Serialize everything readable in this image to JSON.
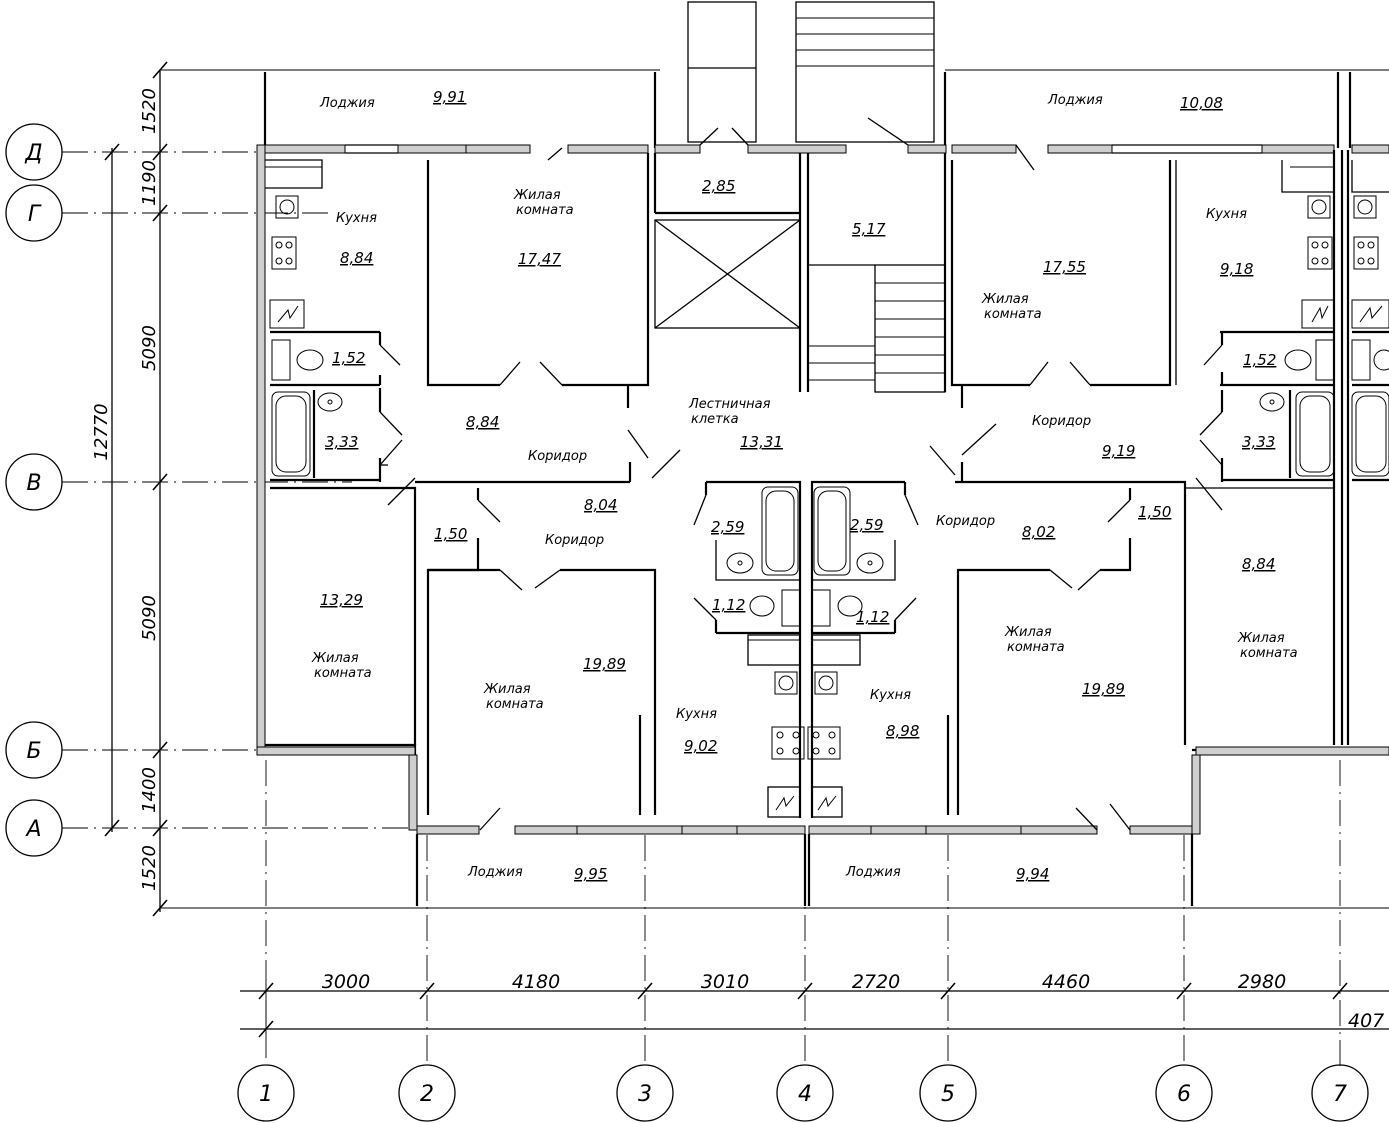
{
  "axes_letters": [
    "Д",
    "Г",
    "В",
    "Б",
    "А"
  ],
  "axes_numbers": [
    "1",
    "2",
    "3",
    "4",
    "5",
    "6",
    "7"
  ],
  "dims_vertical": [
    "1520",
    "1190",
    "5090",
    "5090",
    "1400",
    "1520"
  ],
  "dim_vertical_total": "12770",
  "dims_horizontal": [
    "3000",
    "4180",
    "3010",
    "2720",
    "4460",
    "2980"
  ],
  "dim_horizontal_total": "407",
  "rooms": [
    {
      "name": "Лоджия",
      "area": "9,91"
    },
    {
      "name": "Лоджия",
      "area": "10,08"
    },
    {
      "name": "Кухня",
      "area": "8,84"
    },
    {
      "name": "Жилая комната",
      "area": "17,47"
    },
    {
      "area": "2,85"
    },
    {
      "area": "5,17"
    },
    {
      "name": "Жилая комната",
      "area": "17,55"
    },
    {
      "name": "Кухня",
      "area": "9,18"
    },
    {
      "area": "1,52"
    },
    {
      "area": "1,52"
    },
    {
      "area": "3,33"
    },
    {
      "area": "3,33"
    },
    {
      "name": "Коридор",
      "area": "8,84"
    },
    {
      "name": "Лестничная клетка",
      "area": "13,31"
    },
    {
      "name": "Коридор",
      "area": "9,19"
    },
    {
      "name": "Коридор",
      "area": "8,04"
    },
    {
      "area": "1,50"
    },
    {
      "area": "2,59"
    },
    {
      "area": "2,59"
    },
    {
      "name": "Коридор",
      "area": "8,02"
    },
    {
      "area": "1,50"
    },
    {
      "name": "Жилая комната",
      "area": "13,29"
    },
    {
      "area": "1,12"
    },
    {
      "area": "1,12"
    },
    {
      "name": "Жилая комната",
      "area": "19,89"
    },
    {
      "name": "Жилая комната",
      "area": "19,89"
    },
    {
      "name": "Кухня",
      "area": "9,02"
    },
    {
      "name": "Кухня",
      "area": "8,98"
    },
    {
      "name": "Жилая комната",
      "area": "8,84"
    },
    {
      "name": "Лоджия",
      "area": "9,95"
    },
    {
      "name": "Лоджия",
      "area": "9,94"
    }
  ]
}
